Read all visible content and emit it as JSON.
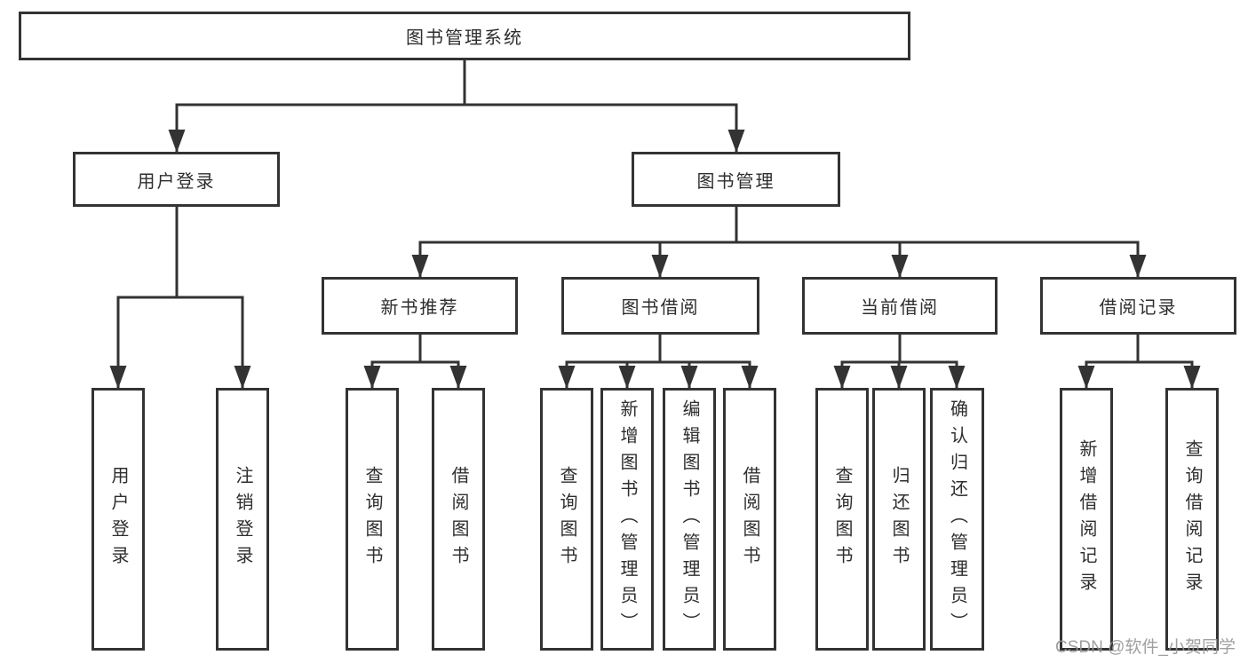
{
  "tree": {
    "root": {
      "label": "图书管理系统"
    },
    "children": [
      {
        "label": "用户登录",
        "children": [
          {
            "label": "用户登录"
          },
          {
            "label": "注销登录"
          }
        ]
      },
      {
        "label": "图书管理",
        "children": [
          {
            "label": "新书推荐",
            "children": [
              {
                "label": "查询图书"
              },
              {
                "label": "借阅图书"
              }
            ]
          },
          {
            "label": "图书借阅",
            "children": [
              {
                "label": "查询图书"
              },
              {
                "label": "新增图书（管理员）"
              },
              {
                "label": "编辑图书（管理员）"
              },
              {
                "label": "借阅图书"
              }
            ]
          },
          {
            "label": "当前借阅",
            "children": [
              {
                "label": "查询图书"
              },
              {
                "label": "归还图书"
              },
              {
                "label": "确认归还（管理员）"
              }
            ]
          },
          {
            "label": "借阅记录",
            "children": [
              {
                "label": "新增借阅记录"
              },
              {
                "label": "查询借阅记录"
              }
            ]
          }
        ]
      }
    ]
  },
  "watermark": "CSDN @软件_小贺同学",
  "colors": {
    "line": "#333333",
    "box_border": "#333333",
    "box_fill": "#ffffff",
    "text": "#2e2e2e",
    "watermark": "#969696",
    "background": "#ffffff"
  }
}
